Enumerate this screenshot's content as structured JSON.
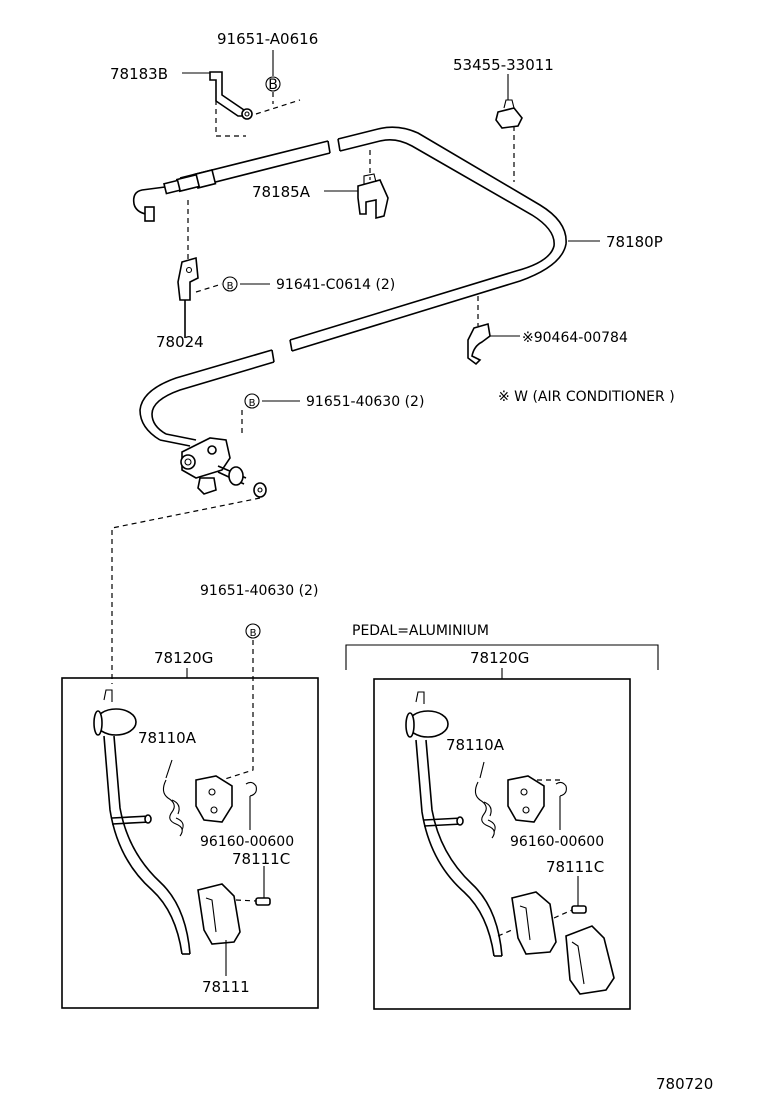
{
  "labels": {
    "p_91651_A0616": "91651-A0616",
    "p_78183B": "78183B",
    "p_53455_33011": "53455-33011",
    "p_78185A": "78185A",
    "p_78180P": "78180P",
    "p_91641_C0614": "91641-C0614 (2)",
    "p_78024": "78024",
    "p_90464_00784": "※90464-00784",
    "note_w_ac": "※  W (AIR  CONDITIONER )",
    "p_91651_40630_top": "91651-40630 (2)",
    "p_91651_40630_mid": "91651-40630 (2)",
    "pedal_aluminium": "PEDAL=ALUMINIUM",
    "p_78120G_left": "78120G",
    "p_78120G_right": "78120G",
    "p_78110A_left": "78110A",
    "p_78110A_right": "78110A",
    "p_96160_00600_left": "96160-00600",
    "p_96160_00600_right": "96160-00600",
    "p_78111C_left": "78111C",
    "p_78111C_right": "78111C",
    "p_78111": "78111",
    "figure_number": "780720"
  },
  "bolt_marker": "B"
}
